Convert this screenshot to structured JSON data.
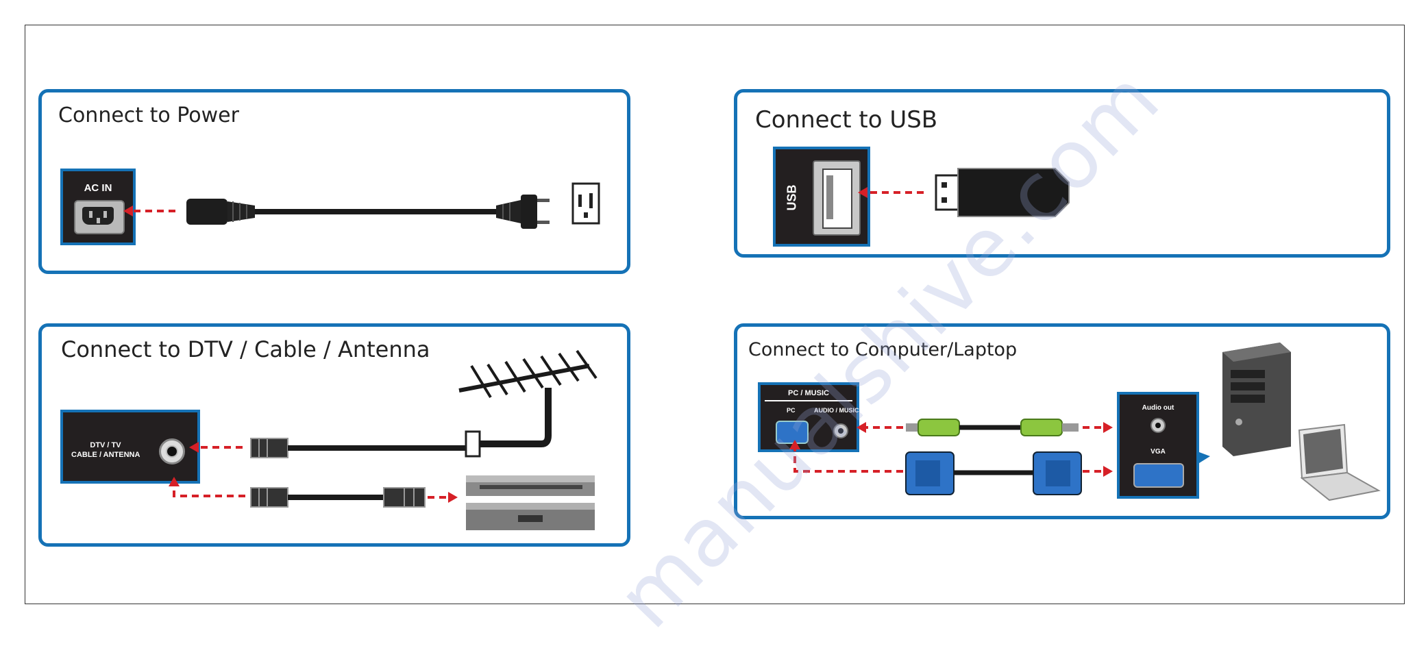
{
  "power": {
    "title": "Connect to Power",
    "port_label": "AC IN"
  },
  "usb": {
    "title": "Connect to USB",
    "port_label": "USB"
  },
  "dtv": {
    "title": "Connect to DTV / Cable / Antenna",
    "port_label_line1": "DTV / TV",
    "port_label_line2": "CABLE / ANTENNA"
  },
  "computer": {
    "title": "Connect to Computer/Laptop",
    "port_box_label": "PC / MUSIC",
    "pc_label": "PC",
    "audio_label": "AUDIO / MUSIC",
    "audio_out_label": "Audio out",
    "vga_label": "VGA"
  },
  "watermark": "manualshive.com",
  "colors": {
    "panel_border": "#1572b6",
    "dashed_line": "#d62027",
    "port_bg": "#231f20"
  }
}
